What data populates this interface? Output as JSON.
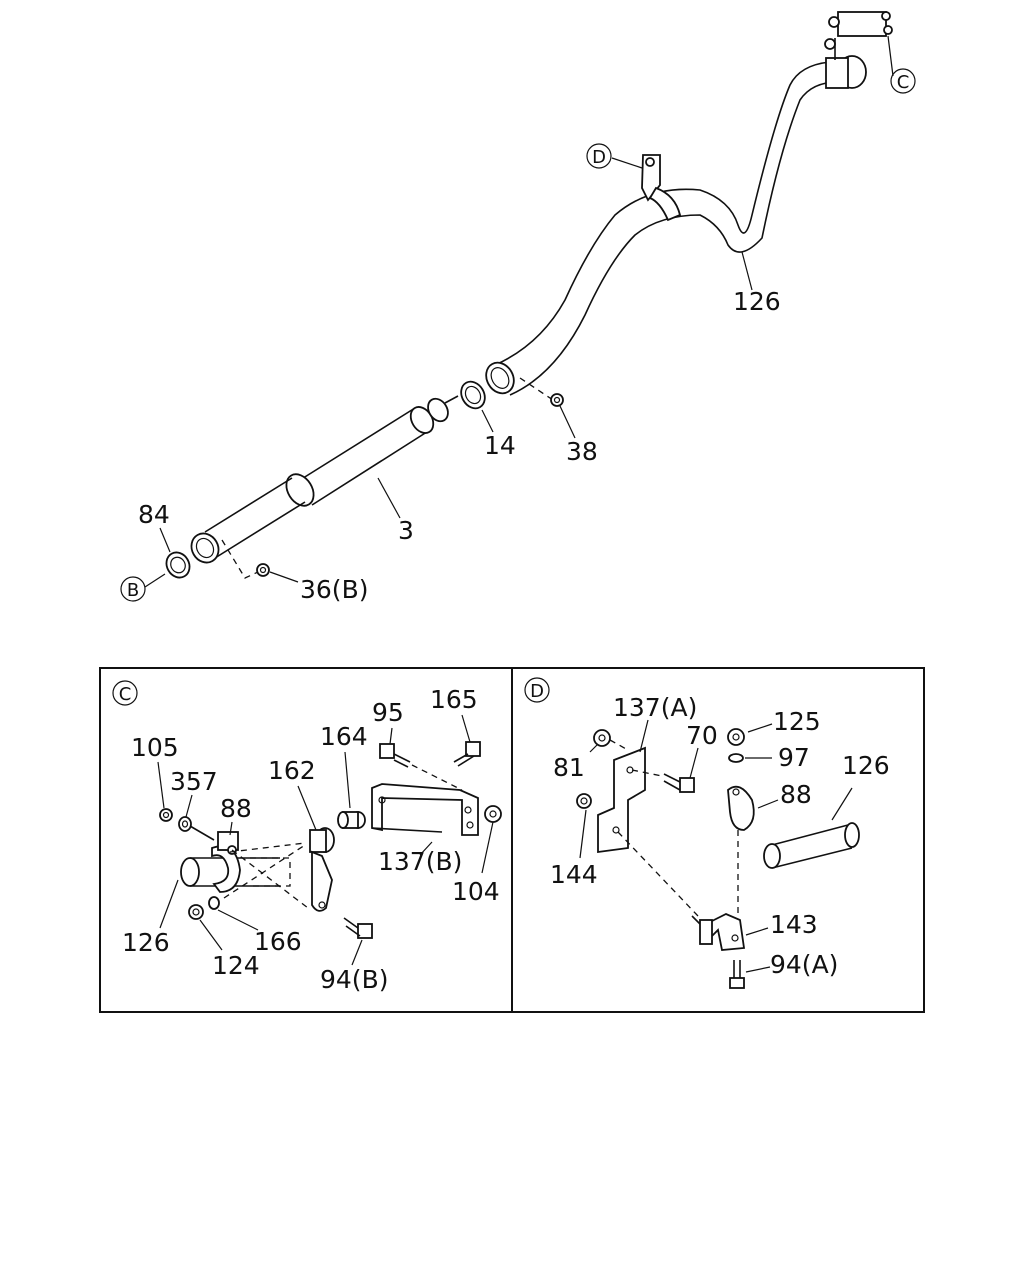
{
  "overview": {
    "refs": {
      "c": "C",
      "d": "D",
      "b": "B"
    },
    "labels": {
      "p126": "126",
      "p14": "14",
      "p38": "38",
      "p3": "3",
      "p84": "84",
      "p36b": "36(B)"
    }
  },
  "detail_c": {
    "ref": "C",
    "labels": {
      "p95": "95",
      "p165": "165",
      "p164": "164",
      "p105": "105",
      "p357": "357",
      "p162": "162",
      "p88": "88",
      "p137b": "137(B)",
      "p104": "104",
      "p126": "126",
      "p166": "166",
      "p124": "124",
      "p94b": "94(B)"
    }
  },
  "detail_d": {
    "ref": "D",
    "labels": {
      "p137a": "137(A)",
      "p125": "125",
      "p70": "70",
      "p81": "81",
      "p97": "97",
      "p126": "126",
      "p88": "88",
      "p144": "144",
      "p143": "143",
      "p94a": "94(A)"
    }
  }
}
